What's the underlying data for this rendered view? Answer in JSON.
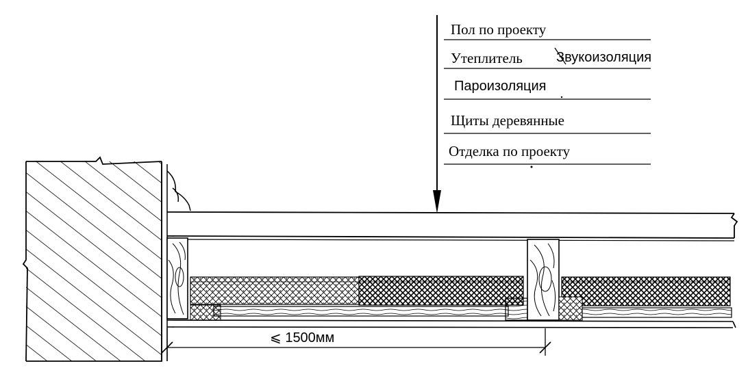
{
  "layers": [
    {
      "label": "Пол по проекту"
    },
    {
      "label": "Утеплитель",
      "label_extra": "Звукоизоляция"
    },
    {
      "label": "Пароизоляция"
    },
    {
      "label": "Щиты деревянные"
    },
    {
      "label": "Отделка по проекту"
    }
  ],
  "dimension": {
    "text": "⩽ 1500мм"
  }
}
